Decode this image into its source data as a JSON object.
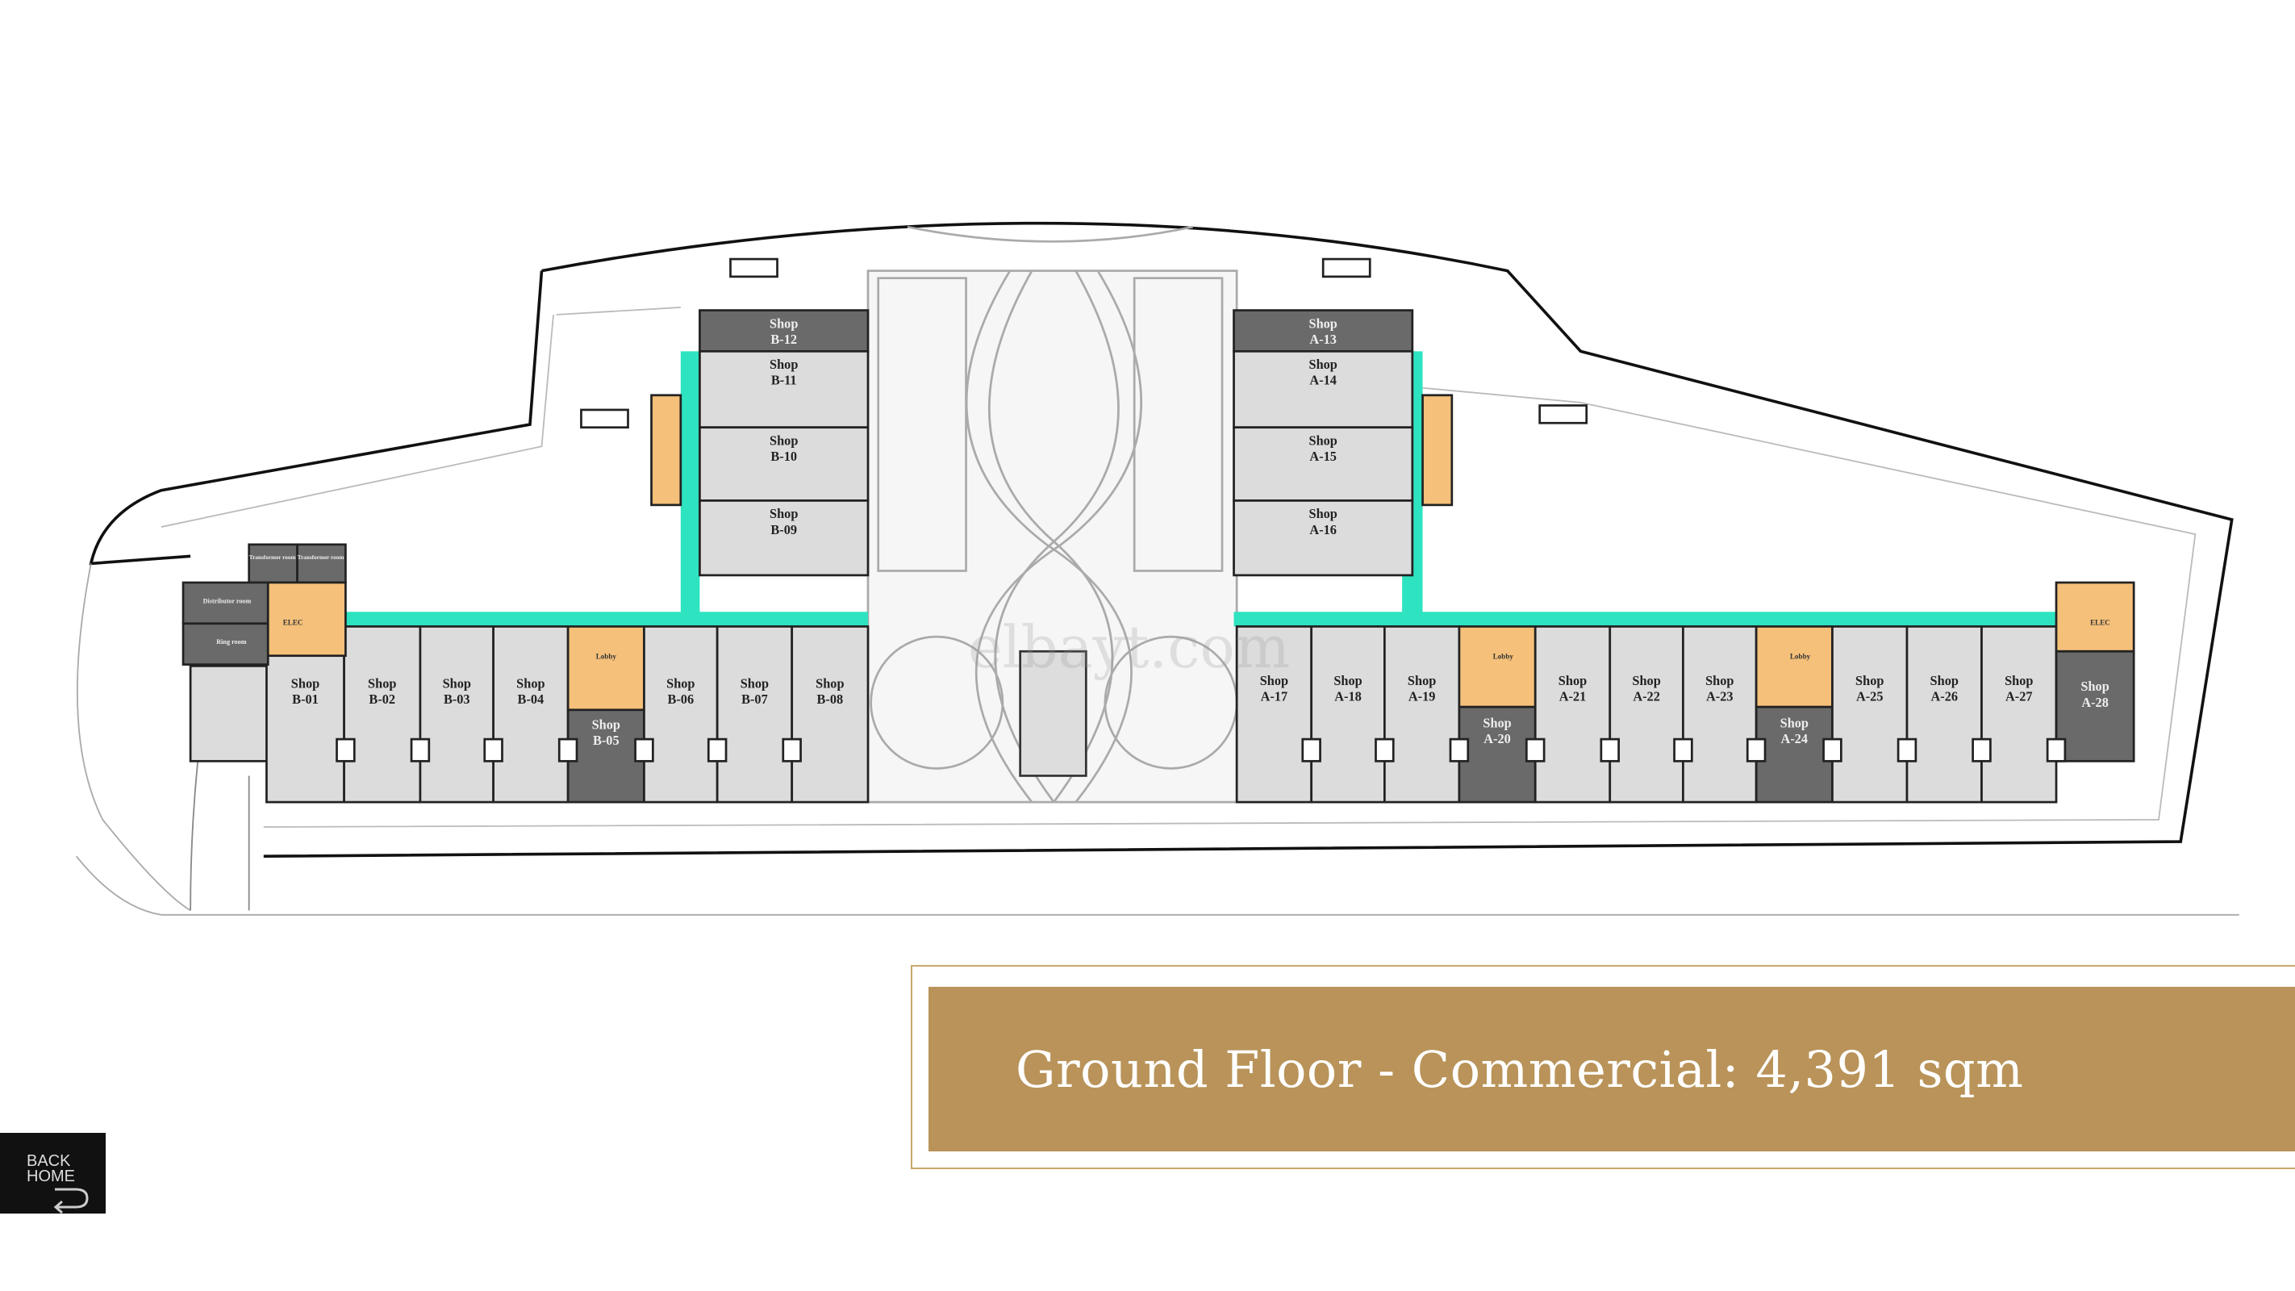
{
  "plan": {
    "watermark": "elbayt.com",
    "shop_word": "Shop",
    "b_row": [
      "B-01",
      "B-02",
      "B-03",
      "B-04",
      "B-05",
      "B-06",
      "B-07",
      "B-08"
    ],
    "b_column": [
      "B-12",
      "B-11",
      "B-10",
      "B-09"
    ],
    "a_column": [
      "A-13",
      "A-14",
      "A-15",
      "A-16"
    ],
    "a_row": [
      "A-17",
      "A-18",
      "A-19",
      "A-20",
      "A-21",
      "A-22",
      "A-23",
      "A-24",
      "A-25",
      "A-26",
      "A-27",
      "A-28"
    ],
    "service_rooms": {
      "transformer": "Transformer room",
      "distributor": "Distributor room",
      "ring": "Ring room",
      "elec": "ELEC",
      "lobby": "Lobby"
    },
    "colors": {
      "corridor": "#2ee3c0",
      "shop": "#dcdcdc",
      "shop_dark": "#6a6a6a",
      "service": "#f5c07a",
      "wall": "#222222"
    }
  },
  "caption": {
    "text": "Ground Floor - Commercial: 4,391 sqm"
  },
  "back_button": {
    "label_line1": "BACK",
    "label_line2": "HOME",
    "icon": "return-arrow-icon"
  }
}
